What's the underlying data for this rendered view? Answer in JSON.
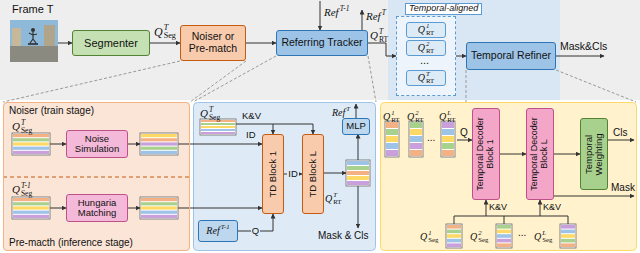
{
  "diagram": {
    "nodes": [
      {
        "text": [
          "Segmenter"
        ]
      },
      {
        "text": [
          "Noiser or Pre-match"
        ]
      },
      {
        "text": [
          "Referring Tracker"
        ]
      },
      {
        "text": [
          "Temporal-aligned"
        ]
      },
      {
        "text": [
          "Q",
          "1",
          "RT"
        ],
        "in": 3
      },
      {
        "text": [
          "Q",
          "2",
          "RT"
        ],
        "in": 3
      },
      {
        "text": [
          "Q",
          "T",
          "RT"
        ],
        "in": 3
      },
      {
        "text": [
          "Temporal Refiner"
        ]
      },
      {
        "text": [
          "Noiser (train stage)",
          "Pre-macth (inference stage)"
        ]
      },
      {
        "text": [
          "Noise Simulation"
        ],
        "in": 8
      },
      {
        "text": [
          "Hungaria Matching"
        ],
        "in": 8
      },
      {
        "text": [
          "TD Block 1"
        ]
      },
      {
        "text": [
          "TD Block L"
        ]
      },
      {
        "text": [
          "Ref",
          "T-1"
        ]
      },
      {
        "text": [
          "MLP"
        ]
      },
      {
        "text": [
          "Temporal Decoder Block 1"
        ]
      },
      {
        "text": [
          "Temporal Decoder Block L"
        ]
      },
      {
        "text": [
          "Temporal Weighting"
        ]
      }
    ],
    "edges": [
      {
        "from": 0,
        "to": 1,
        "arrow": "to"
      },
      {
        "from": 1,
        "to": 2,
        "arrow": "to"
      },
      {
        "from": 2,
        "to": 3,
        "arrow": "to"
      },
      {
        "from": 3,
        "to": 7,
        "arrow": "to"
      },
      {
        "from": 11,
        "to": 12,
        "label": "ID",
        "arrow": "to"
      },
      {
        "from": 13,
        "to": 11,
        "label": "Q",
        "arrow": "to"
      },
      {
        "from": 15,
        "to": 16,
        "arrow": "to"
      },
      {
        "from": 16,
        "to": 17,
        "arrow": "to"
      }
    ],
    "labels": [
      "Frame T",
      "Q",
      "T",
      "Seg",
      "Ref",
      "T-1",
      "Ref",
      "T",
      "Q",
      "T",
      "RT",
      "Mask&Cls",
      "...",
      "Q",
      "T",
      "Seg",
      "Q",
      "T-1",
      "Seg",
      "Q",
      "T",
      "Seg",
      "K&V",
      "ID",
      "Ref",
      "T",
      "Q",
      "T",
      "RT",
      "Mask & Cls",
      "Q",
      "1",
      "RT",
      "Q",
      "2",
      "RT",
      "...",
      "Q",
      "L",
      "RT",
      "Q",
      "K&V",
      "K&V",
      "Cls",
      "Mask",
      "Q",
      "1",
      "Seg",
      "Q",
      "2",
      "Seg",
      "...",
      "Q",
      "L",
      "Seg"
    ]
  }
}
